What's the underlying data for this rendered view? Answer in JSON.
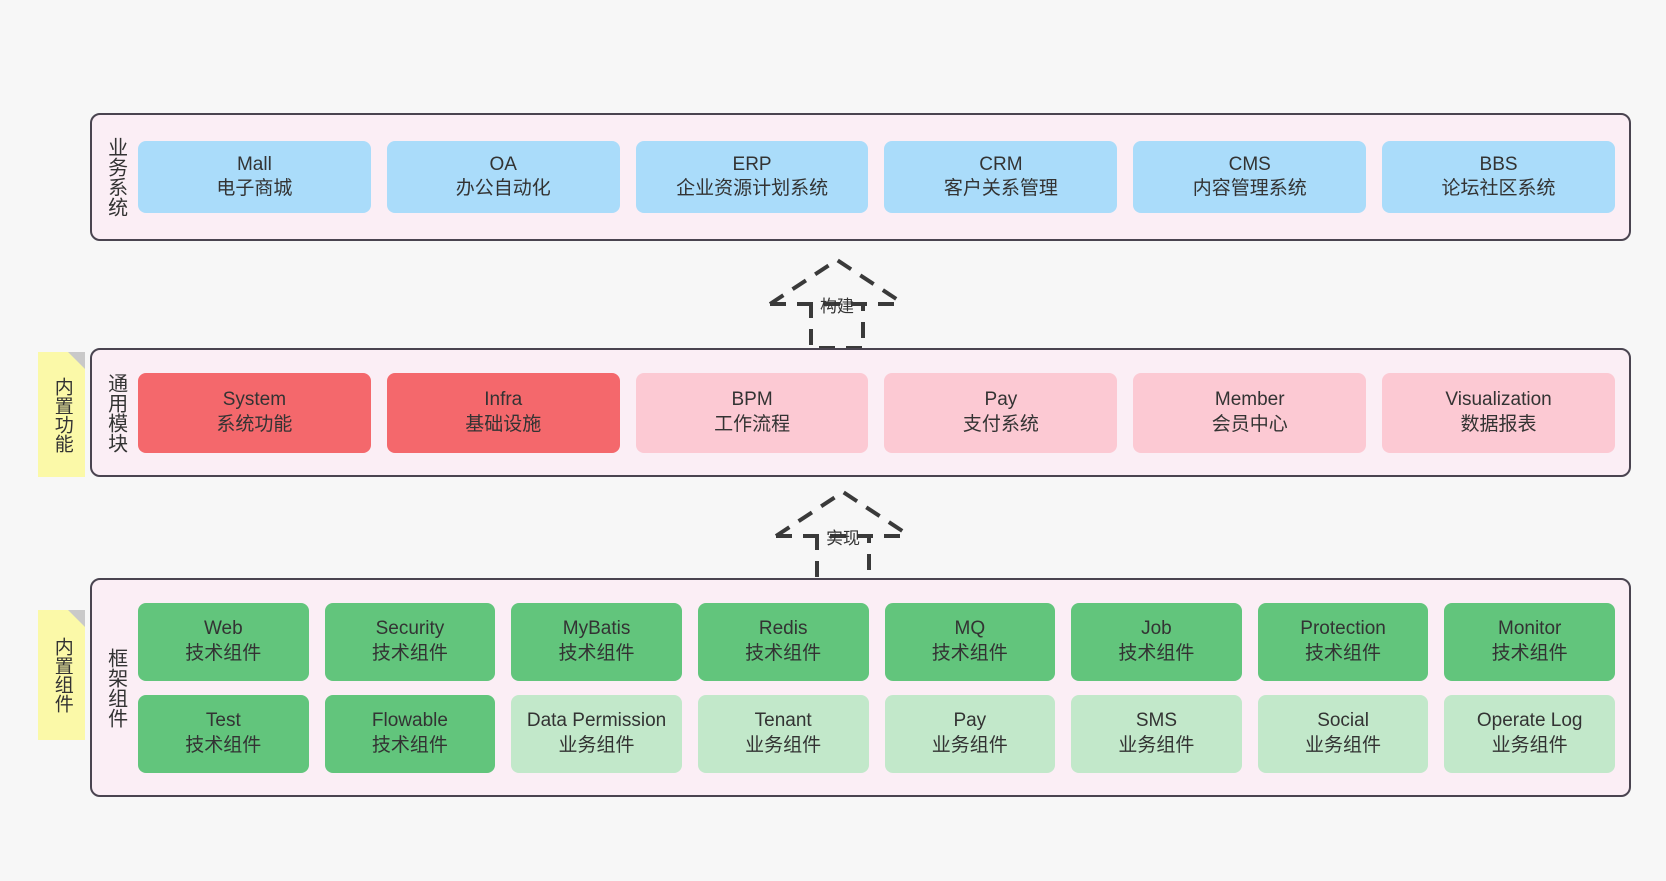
{
  "diagram": {
    "background": "#f7f7f7",
    "container_fill": "#fbeef5",
    "container_border": "#4a4450",
    "note_fill": "#fbf9a8",
    "note_fold": "#c9c9c9"
  },
  "layers": [
    {
      "id": "business",
      "title": "业务系统",
      "note": null,
      "rows": [
        {
          "cells": [
            {
              "name": "Mall",
              "desc": "电子商城",
              "color": "#aadcfa",
              "style": "c-blue"
            },
            {
              "name": "OA",
              "desc": "办公自动化",
              "color": "#aadcfa",
              "style": "c-blue"
            },
            {
              "name": "ERP",
              "desc": "企业资源计划系统",
              "color": "#aadcfa",
              "style": "c-blue"
            },
            {
              "name": "CRM",
              "desc": "客户关系管理",
              "color": "#aadcfa",
              "style": "c-blue"
            },
            {
              "name": "CMS",
              "desc": "内容管理系统",
              "color": "#aadcfa",
              "style": "c-blue"
            },
            {
              "name": "BBS",
              "desc": "论坛社区系统",
              "color": "#aadcfa",
              "style": "c-blue"
            }
          ]
        }
      ]
    },
    {
      "id": "modules",
      "title": "通用模块",
      "note": "内置功能",
      "rows": [
        {
          "cells": [
            {
              "name": "System",
              "desc": "系统功能",
              "color": "#f4686c",
              "style": "c-red"
            },
            {
              "name": "Infra",
              "desc": "基础设施",
              "color": "#f4686c",
              "style": "c-red"
            },
            {
              "name": "BPM",
              "desc": "工作流程",
              "color": "#fcc9d3",
              "style": "c-pink"
            },
            {
              "name": "Pay",
              "desc": "支付系统",
              "color": "#fcc9d3",
              "style": "c-pink"
            },
            {
              "name": "Member",
              "desc": "会员中心",
              "color": "#fcc9d3",
              "style": "c-pink"
            },
            {
              "name": "Visualization",
              "desc": "数据报表",
              "color": "#fcc9d3",
              "style": "c-pink"
            }
          ]
        }
      ]
    },
    {
      "id": "framework",
      "title": "框架组件",
      "note": "内置组件",
      "rows": [
        {
          "cells": [
            {
              "name": "Web",
              "desc": "技术组件",
              "color": "#62c57c",
              "style": "c-green"
            },
            {
              "name": "Security",
              "desc": "技术组件",
              "color": "#62c57c",
              "style": "c-green"
            },
            {
              "name": "MyBatis",
              "desc": "技术组件",
              "color": "#62c57c",
              "style": "c-green"
            },
            {
              "name": "Redis",
              "desc": "技术组件",
              "color": "#62c57c",
              "style": "c-green"
            },
            {
              "name": "MQ",
              "desc": "技术组件",
              "color": "#62c57c",
              "style": "c-green"
            },
            {
              "name": "Job",
              "desc": "技术组件",
              "color": "#62c57c",
              "style": "c-green"
            },
            {
              "name": "Protection",
              "desc": "技术组件",
              "color": "#62c57c",
              "style": "c-green"
            },
            {
              "name": "Monitor",
              "desc": "技术组件",
              "color": "#62c57c",
              "style": "c-green"
            }
          ]
        },
        {
          "cells": [
            {
              "name": "Test",
              "desc": "技术组件",
              "color": "#62c57c",
              "style": "c-green"
            },
            {
              "name": "Flowable",
              "desc": "技术组件",
              "color": "#62c57c",
              "style": "c-green"
            },
            {
              "name": "Data Permission",
              "desc": "业务组件",
              "color": "#c2e8ca",
              "style": "c-lightgreen"
            },
            {
              "name": "Tenant",
              "desc": "业务组件",
              "color": "#c2e8ca",
              "style": "c-lightgreen"
            },
            {
              "name": "Pay",
              "desc": "业务组件",
              "color": "#c2e8ca",
              "style": "c-lightgreen"
            },
            {
              "name": "SMS",
              "desc": "业务组件",
              "color": "#c2e8ca",
              "style": "c-lightgreen"
            },
            {
              "name": "Social",
              "desc": "业务组件",
              "color": "#c2e8ca",
              "style": "c-lightgreen"
            },
            {
              "name": "Operate Log",
              "desc": "业务组件",
              "color": "#c2e8ca",
              "style": "c-lightgreen"
            }
          ]
        }
      ]
    }
  ],
  "arrows": [
    {
      "id": "build",
      "label": "构建",
      "from": "modules",
      "to": "business"
    },
    {
      "id": "realize",
      "label": "实现",
      "from": "framework",
      "to": "modules"
    }
  ]
}
